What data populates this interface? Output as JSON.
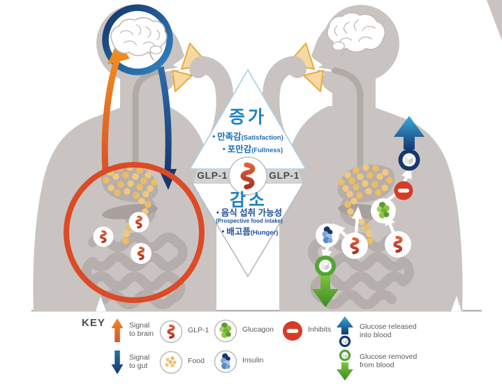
{
  "diamond": {
    "increase": {
      "heading": "증가",
      "bullet": "•",
      "items": [
        {
          "ko": "만족감",
          "en": "(Satisfaction)"
        },
        {
          "ko": "포만감",
          "en": "(Fullness)"
        }
      ]
    },
    "band": {
      "left_label": "GLP-1",
      "right_label": "GLP-1"
    },
    "decrease": {
      "heading": "감소",
      "bullet": "•",
      "items": [
        {
          "ko": "음식 섭취 가능성",
          "en": "(Prospective food intake)"
        },
        {
          "ko": "배고픔",
          "en": "(Hunger)"
        }
      ]
    }
  },
  "key": {
    "heading": "KEY",
    "items": [
      {
        "icon": "signal-to-brain-arrow",
        "label": "Signal\nto brain"
      },
      {
        "icon": "signal-to-gut-arrow",
        "label": "Signal\nto gut"
      },
      {
        "icon": "glp1-molecule",
        "label": "GLP-1"
      },
      {
        "icon": "food-particles",
        "label": "Food"
      },
      {
        "icon": "glucagon-molecule",
        "label": "Glucagon"
      },
      {
        "icon": "insulin-molecule",
        "label": "Insulin"
      },
      {
        "icon": "inhibits-sign",
        "label": "Inhibits"
      },
      {
        "icon": "glucose-released-arrow",
        "label": "Glucose released\ninto blood"
      },
      {
        "icon": "glucose-removed-arrow",
        "label": "Glucose removed\nfrom blood"
      }
    ]
  },
  "palette": {
    "body_gray": "#c9c4c1",
    "organ_gray": "#b6aeac",
    "signal_brain_orange": "#e87c24",
    "signal_gut_navy": "#16386e",
    "gut_circle_red": "#dc4a26",
    "brain_ring_blue": "#2f85c4",
    "diamond_border_blue": "#a9cee4",
    "band_gray": "#d1d3d4",
    "increase_text_blue": "#1b6fb6",
    "decrease_text_navy": "#1d4f9f",
    "glp1_red": "#c23a28",
    "food_yellow": "#f2c87a",
    "glucagon_green": "#8dc63f",
    "insulin_blue": "#7da7d8",
    "inhibit_red": "#d63b28",
    "glucose_released_blue": "#2e9fd8",
    "glucose_removed_green": "#54a437"
  }
}
